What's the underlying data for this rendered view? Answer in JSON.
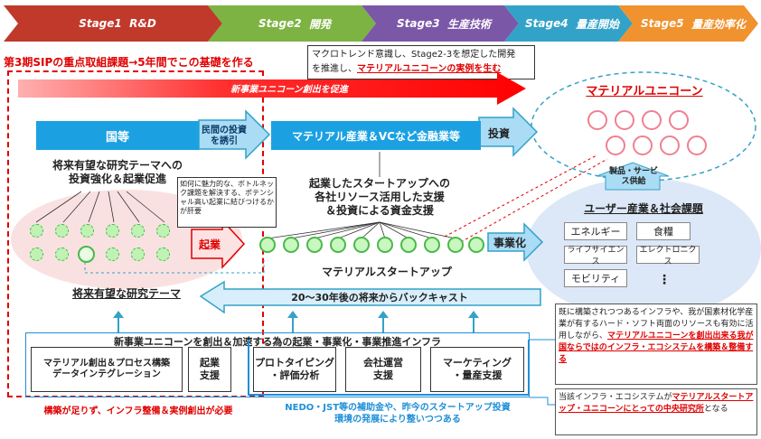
{
  "stages": [
    {
      "label": "Stage1",
      "name": "R&D",
      "color": "#c0392b"
    },
    {
      "label": "Stage2",
      "name": "開発",
      "color": "#7cb342"
    },
    {
      "label": "Stage3",
      "name": "生産技術",
      "color": "#7b57a8"
    },
    {
      "label": "Stage4",
      "name": "量産開始",
      "color": "#33a2c8"
    },
    {
      "label": "Stage5",
      "name": "量産効率化",
      "color": "#f0922e"
    }
  ],
  "sip_title": "第3期SIPの重点取組課題→5年間でこの基礎を作る",
  "macro_note": {
    "line1": "マクロトレンド意識し、Stage2-3を想定した開発",
    "line2_prefix": "を推進し、",
    "line2_highlight": "マテリアルユニコーンの実例を生む"
  },
  "big_arrow_text": "新事業ユニコーン創出を促進",
  "unicorn_title": "マテリアルユニコーン",
  "kuni": "国等",
  "private_invest": "民間の投資を誘引",
  "industry": "マテリアル産業＆VCなど金融業等",
  "toushi": "投資",
  "product_label": "製品・サービス供給",
  "research_invest": {
    "line1": "将来有望な研究テーマへの",
    "line2": "投資強化＆起業促進"
  },
  "attract_note": "如何に魅力的な、ボトルネック課題を解決する、ポテンシャル高い起業に結びつけるかが肝要",
  "kigyo": "起業",
  "startup_support": {
    "line1": "起業したスタートアップへの",
    "line2": "各社リソース活用した支援",
    "line3": "＆投資による資金支援"
  },
  "jigyoka": "事業化",
  "user_title": "ユーザー産業＆社会課題",
  "user_items": [
    "エネルギー",
    "食糧",
    "ライフサイエンス",
    "エレクトロニクス",
    "モビリティ"
  ],
  "user_more": "⋮",
  "startup_label": "マテリアルスタートアップ",
  "research_label": "将来有望な研究テーマ",
  "backcast": "20～30年後の将来からバックキャスト",
  "infra_note": {
    "pre": "既に構築されつつあるインフラや、我が国素材化学産業が有するハード・ソフト両面のリソースも有効に活用しながら、",
    "highlight": "マテリアルユニコーンを創出出来る我が国ならではのインフラ・エコシステムを構築＆整備する"
  },
  "infra_title": "新事業ユニコーンを創出＆加速する為の起業・事業化・事業推進インフラ",
  "infra_boxes": [
    {
      "line1": "マテリアル創出＆プロセス構築",
      "line2": "データインテグレーション"
    },
    {
      "line1": "起業",
      "line2": "支援"
    },
    {
      "line1": "プロトタイピング",
      "line2": "・評価分析"
    },
    {
      "line1": "会社運営",
      "line2": "支援"
    },
    {
      "line1": "マーケティング",
      "line2": "・量産支援"
    }
  ],
  "bottom_red": "構築が足りず、インフラ整備＆実例創出が必要",
  "bottom_blue": {
    "line1": "NEDO・JST等の補助金や、昨今のスタートアップ投資",
    "line2": "環境の発展により整いつつある"
  },
  "center_note": {
    "pre": "当該インフラ・エコシステムが",
    "highlight": "マテリアルスタートアップ・ユニコーンにとっての中央研究所",
    "post": "となる"
  }
}
